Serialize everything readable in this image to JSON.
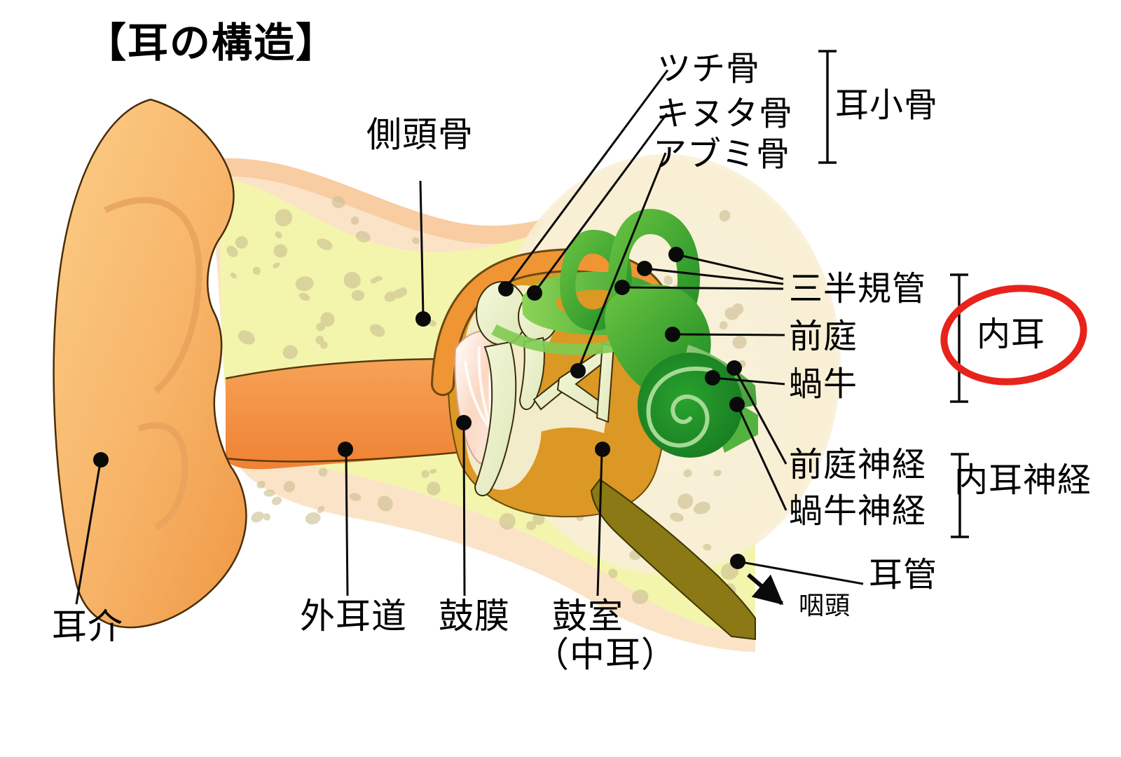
{
  "title": "【耳の構造】",
  "labels": {
    "temporal_bone": "側頭骨",
    "malleus": "ツチ骨",
    "incus": "キヌタ骨",
    "stapes": "アブミ骨",
    "ossicles": "耳小骨",
    "semicircular_canals": "三半規管",
    "vestibule": "前庭",
    "cochlea": "蝸牛",
    "inner_ear": "内耳",
    "vestibular_nerve": "前庭神経",
    "cochlear_nerve": "蝸牛神経",
    "vestibulocochlear_nerve": "内耳神経",
    "eustachian_tube": "耳管",
    "pharynx": "咽頭",
    "auricle": "耳介",
    "ear_canal": "外耳道",
    "eardrum": "鼓膜",
    "tympanic_cavity": "鼓室",
    "tympanic_cavity_sub": "（中耳）"
  },
  "colors": {
    "highlight_red": "#e8231b",
    "annotation_black": "#0a0a0a",
    "pinna_orange": "#f4a050",
    "skin_peach": "#fbe0bf",
    "bone_yellow": "#f3f5ad",
    "cavity_amber": "#db9824",
    "canal_orange": "#f28c3e",
    "ossicle_cream": "#eef5d3",
    "inner_ear_green": "#1f8e27",
    "eustachian_olive": "#8a7914"
  }
}
